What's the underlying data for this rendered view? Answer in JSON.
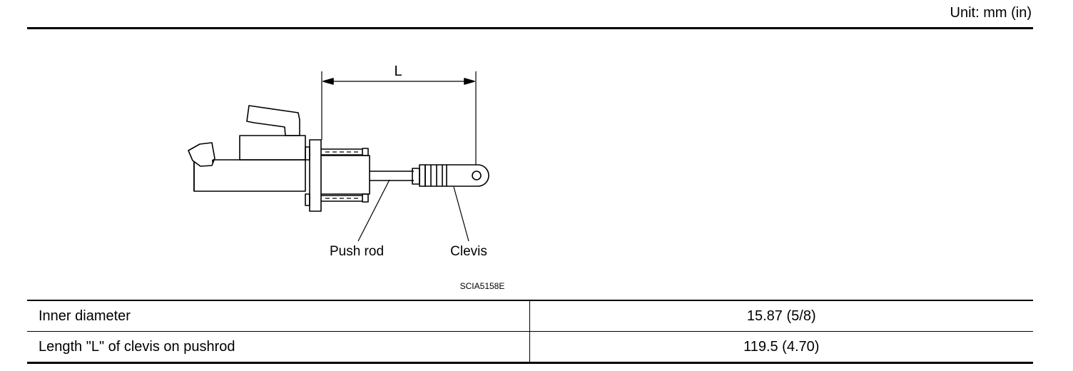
{
  "header": {
    "unit_label": "Unit: mm (in)"
  },
  "figure": {
    "dimension_label": "L",
    "callouts": {
      "push_rod": "Push rod",
      "clevis": "Clevis"
    },
    "figure_code": "SCIA5158E"
  },
  "spec_table": {
    "rows": [
      {
        "label": "Inner diameter",
        "value": "15.87 (5/8)"
      },
      {
        "label": "Length \"L\" of clevis on pushrod",
        "value": "119.5 (4.70)"
      }
    ]
  }
}
